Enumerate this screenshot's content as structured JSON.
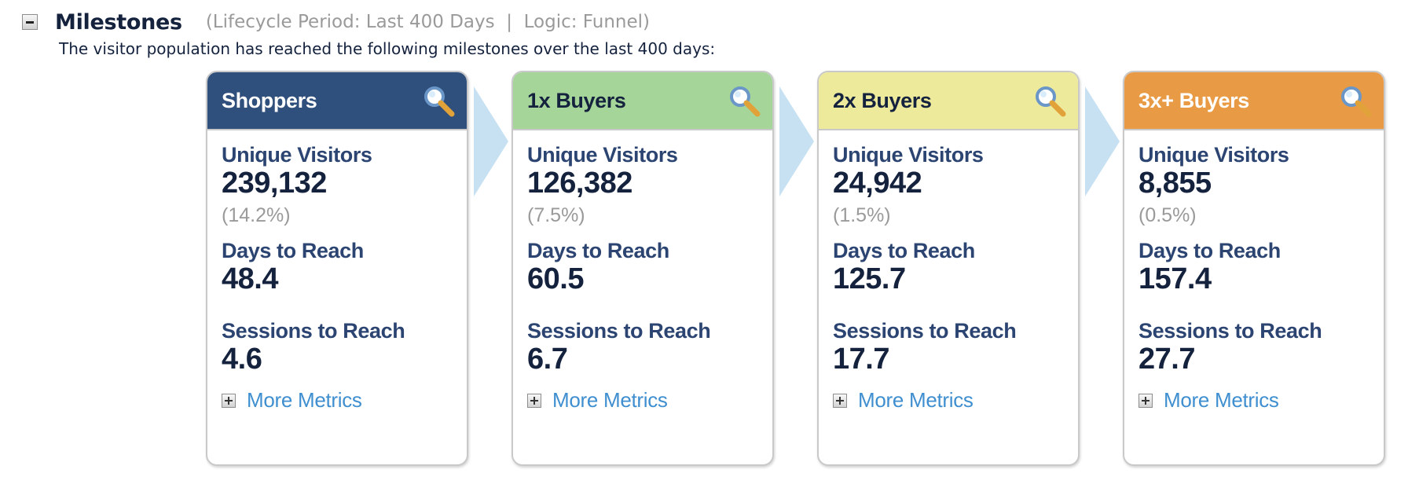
{
  "header": {
    "title": "Milestones",
    "meta": "(Lifecycle Period: Last 400 Days  |  Logic: Funnel)",
    "subtitle": "The visitor population has reached the following milestones over the last 400 days:"
  },
  "theme": {
    "header_colors": [
      "#2f4f7d",
      "#a6d59a",
      "#eeea9c",
      "#e99a45"
    ],
    "header_text_colors": [
      "#ffffff",
      "#14223e",
      "#14223e",
      "#ffffff"
    ],
    "arrow_color": "#c7e1f2",
    "link_color": "#3f8fd0"
  },
  "labels": {
    "unique_visitors": "Unique Visitors",
    "days_to_reach": "Days to Reach",
    "sessions_to_reach": "Sessions to Reach",
    "more_metrics": "More Metrics"
  },
  "icons": {
    "collapse": "collapse-minus-icon",
    "expand": "expand-plus-icon",
    "details": "magnifier-icon",
    "step": "chevron-right-arrow-icon"
  },
  "milestones": [
    {
      "name": "Shoppers",
      "unique_visitors": "239,132",
      "percent": "(14.2%)",
      "days_to_reach": "48.4",
      "sessions_to_reach": "4.6"
    },
    {
      "name": "1x Buyers",
      "unique_visitors": "126,382",
      "percent": "(7.5%)",
      "days_to_reach": "60.5",
      "sessions_to_reach": "6.7"
    },
    {
      "name": "2x Buyers",
      "unique_visitors": "24,942",
      "percent": "(1.5%)",
      "days_to_reach": "125.7",
      "sessions_to_reach": "17.7"
    },
    {
      "name": "3x+ Buyers",
      "unique_visitors": "8,855",
      "percent": "(0.5%)",
      "days_to_reach": "157.4",
      "sessions_to_reach": "27.7"
    }
  ]
}
